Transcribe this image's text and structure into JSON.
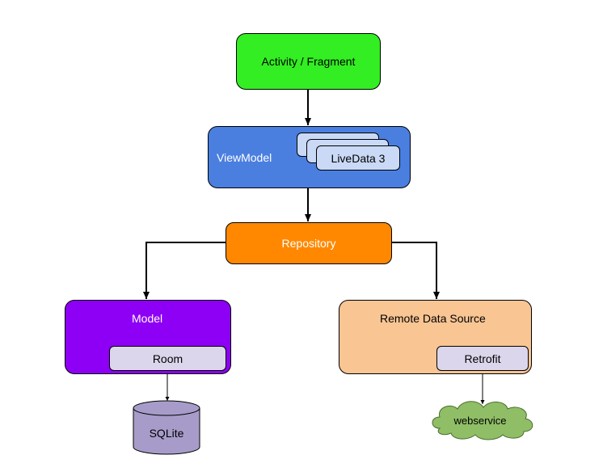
{
  "nodes": {
    "activity": "Activity / Fragment",
    "viewmodel": "ViewModel",
    "livedata": "LiveData 3",
    "repository": "Repository",
    "model": "Model",
    "room": "Room",
    "remote": "Remote Data Source",
    "retrofit": "Retrofit",
    "sqlite": "SQLite",
    "webservice": "webservice"
  },
  "colors": {
    "activity": "#33ee22",
    "viewmodel": "#4a7fe0",
    "livedata": "#c9d9f6",
    "repository": "#ff8800",
    "model": "#8e00f5",
    "remote": "#f9c593",
    "inner": "#dcd6ec",
    "database": "#a79cc9",
    "cloud": "#8fbe66"
  },
  "icons": {
    "database": "cylinder-database-icon",
    "cloud": "cloud-icon"
  }
}
